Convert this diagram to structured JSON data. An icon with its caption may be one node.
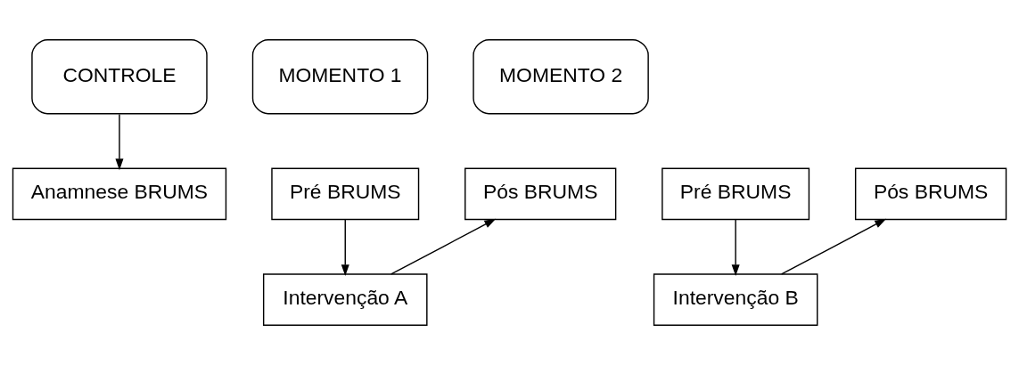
{
  "diagram": {
    "nodes": [
      {
        "text": [
          "CONTROLE"
        ]
      },
      {
        "text": [
          "MOMENTO 1"
        ]
      },
      {
        "text": [
          "MOMENTO 2"
        ]
      },
      {
        "text": [
          "Anamnese BRUMS"
        ]
      },
      {
        "text": [
          "Pré BRUMS"
        ]
      },
      {
        "text": [
          "Pós BRUMS"
        ]
      },
      {
        "text": [
          "Pré BRUMS"
        ]
      },
      {
        "text": [
          "Pós BRUMS"
        ]
      },
      {
        "text": [
          "Intervenção A"
        ]
      },
      {
        "text": [
          "Intervenção B"
        ]
      }
    ],
    "edges": [
      {
        "from": 0,
        "to": 3,
        "arrow": "to"
      },
      {
        "from": 4,
        "to": 8,
        "arrow": "to"
      },
      {
        "from": 8,
        "to": 5,
        "arrow": "to"
      },
      {
        "from": 6,
        "to": 9,
        "arrow": "to"
      },
      {
        "from": 9,
        "to": 7,
        "arrow": "to"
      }
    ]
  }
}
